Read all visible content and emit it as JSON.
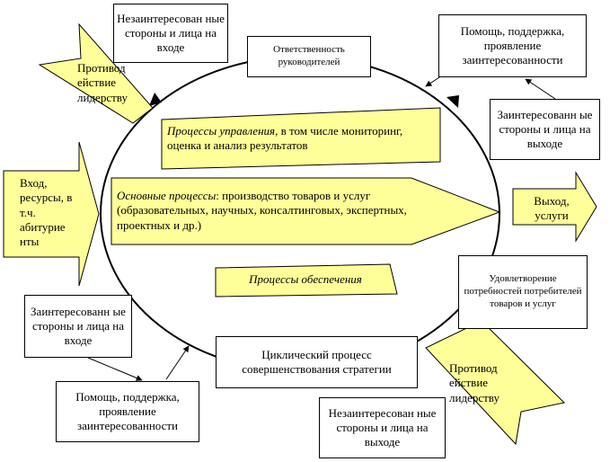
{
  "colors": {
    "shape_fill": "#ffff99",
    "stroke": "#000000",
    "background": "#ffffff"
  },
  "boxes": {
    "uninterested_input_top": "Незаинтересован ные стороны и лица на входе",
    "responsibility": "Ответственность руководителей",
    "help_support_top": "Помощь, поддержка, проявление заинтересованности",
    "interested_output": "Заинтересованн ые стороны и лица на выходе",
    "satisfaction": "Удовлетворение потребностей потребителей товаров и услуг",
    "interested_input": "Заинтересованн ые стороны и лица на входе",
    "cyclic_process": "Циклический процесс совершенствования стратегии",
    "help_support_bottom": "Помощь, поддержка, проявление заинтересованности",
    "uninterested_output": "Незаинтересован ные стороны и лица на выходе"
  },
  "arrows": {
    "opposition_top": "Противод ействие лидерству",
    "input": "Вход, ресурсы, в т.ч. абитурие нты",
    "output": "Выход, услуги",
    "opposition_bottom": "Противод ействие лидерству"
  },
  "processes": {
    "management_italic": "Процессы управления",
    "management_rest": ", в том числе мониторинг, оценка и анализ результатов",
    "core_italic": "Основные процессы",
    "core_rest": ": производство товаров и услуг (образовательных, научных, консалтинговых, экспертных, проектных и др.)",
    "support": "Процессы обеспечения"
  }
}
